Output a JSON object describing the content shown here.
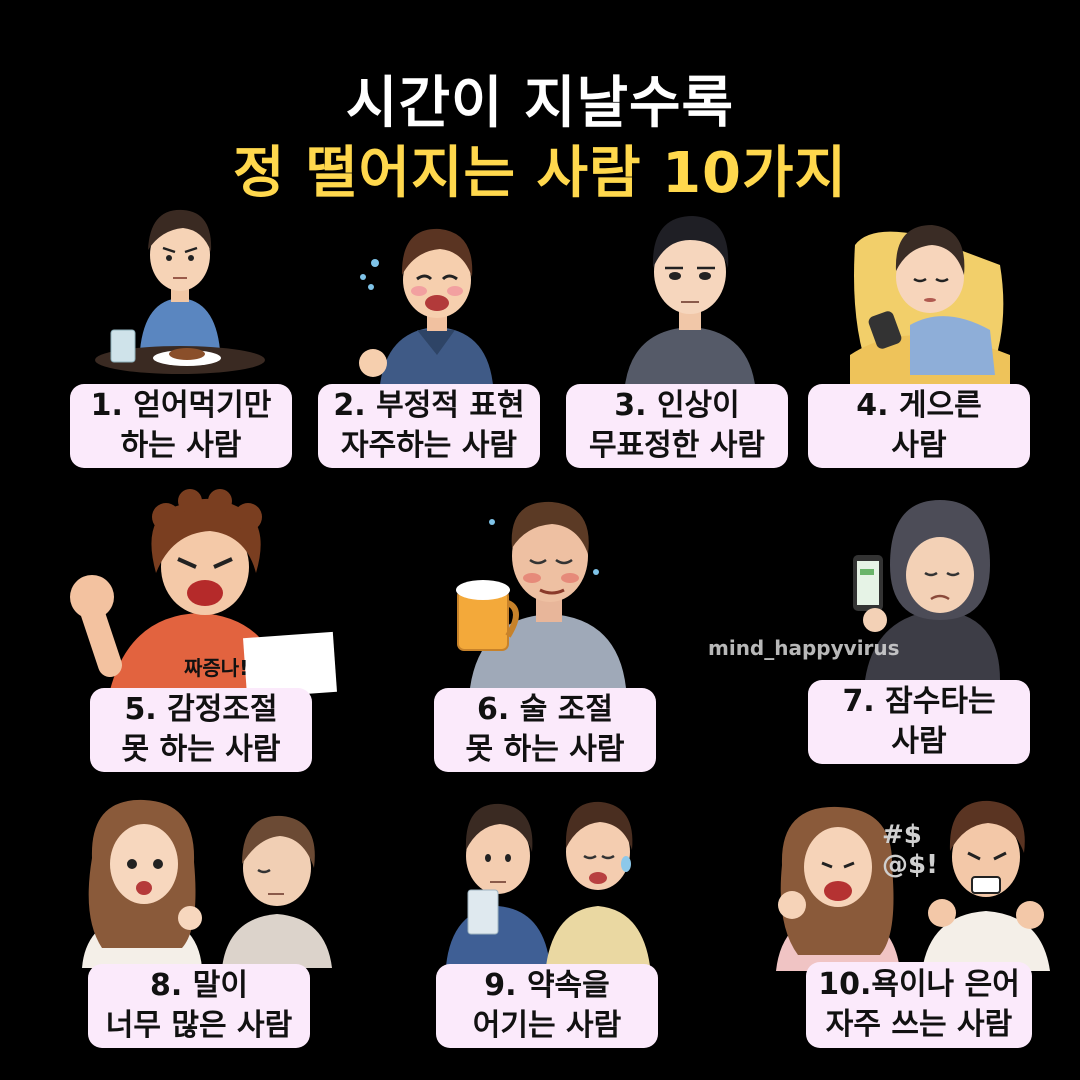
{
  "title": {
    "line1": "시간이 지날수록",
    "line2": "정 떨어지는 사람 10가지"
  },
  "watermark": "mind_happyvirus",
  "colors": {
    "background": "#000000",
    "title_line1": "#ffffff",
    "title_line2": "#ffd84d",
    "label_bg": "#fbeafb"
  },
  "items": [
    {
      "line1": "1. 얻어먹기만",
      "line2": "하는 사람",
      "icon": "man-sitting-at-table-icon"
    },
    {
      "line1": "2. 부정적 표현",
      "line2": "자주하는 사람",
      "icon": "crying-man-icon"
    },
    {
      "line1": "3. 인상이",
      "line2": "무표정한 사람",
      "icon": "expressionless-man-icon"
    },
    {
      "line1": "4. 게으른",
      "line2": "사람",
      "icon": "man-lying-in-bed-icon"
    },
    {
      "line1": "5. 감정조절",
      "line2": "못 하는 사람",
      "icon": "angry-shouting-man-icon",
      "bubble": "짜증나!"
    },
    {
      "line1": "6. 술 조절",
      "line2": "못 하는 사람",
      "icon": "drunk-man-with-beer-icon"
    },
    {
      "line1": "7. 잠수타는",
      "line2": "사람",
      "icon": "hooded-person-with-phone-icon"
    },
    {
      "line1": "8. 말이",
      "line2": "너무 많은 사람",
      "icon": "talking-woman-and-man-icon"
    },
    {
      "line1": "9. 약속을",
      "line2": "어기는 사람",
      "icon": "two-men-waiting-icon"
    },
    {
      "line1": "10.욕이나 은어",
      "line2": "자주 쓰는 사람",
      "icon": "arguing-couple-icon",
      "curse": "#$ @$!"
    }
  ]
}
